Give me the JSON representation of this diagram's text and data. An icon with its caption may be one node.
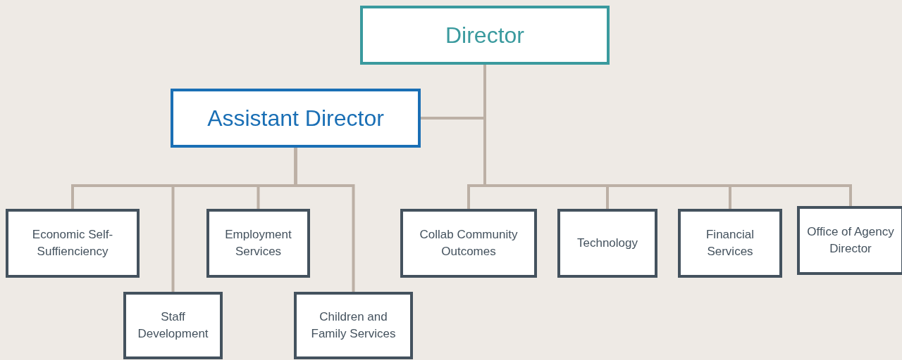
{
  "diagram": {
    "nodes": [
      {
        "text": [
          "Director"
        ]
      },
      {
        "text": [
          "Assistant Director"
        ]
      },
      {
        "text": [
          "Economic Self-Suffienciency"
        ]
      },
      {
        "text": [
          "Staff Development"
        ]
      },
      {
        "text": [
          "Employment Services"
        ]
      },
      {
        "text": [
          "Children and Family Services"
        ]
      },
      {
        "text": [
          "Collab Community Outcomes"
        ]
      },
      {
        "text": [
          "Technology"
        ]
      },
      {
        "text": [
          "Financial Services"
        ]
      },
      {
        "text": [
          "Office of Agency Director"
        ]
      }
    ],
    "edges": [
      {
        "from": 0,
        "to": 1,
        "arrow": "none"
      },
      {
        "from": 1,
        "to": 2,
        "arrow": "none"
      },
      {
        "from": 1,
        "to": 3,
        "arrow": "none"
      },
      {
        "from": 1,
        "to": 4,
        "arrow": "none"
      },
      {
        "from": 1,
        "to": 5,
        "arrow": "none"
      },
      {
        "from": 0,
        "to": 6,
        "arrow": "none"
      },
      {
        "from": 0,
        "to": 7,
        "arrow": "none"
      },
      {
        "from": 0,
        "to": 8,
        "arrow": "none"
      },
      {
        "from": 0,
        "to": 9,
        "arrow": "none"
      }
    ]
  }
}
